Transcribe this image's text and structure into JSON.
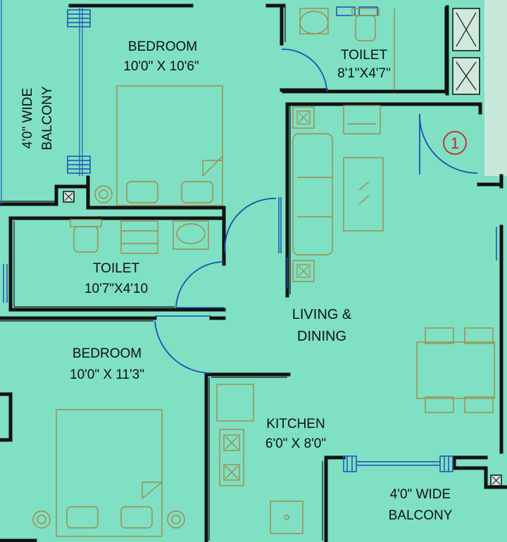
{
  "plan": {
    "background_color": "#7fe0c3",
    "wall_color": "#111111",
    "furniture_color": "#a08a4a",
    "door_arc_color": "#1f4fb5",
    "window_color": "#1f4fb5",
    "marker_color": "#c8262f"
  },
  "rooms": {
    "bedroom_top": {
      "name": "BEDROOM",
      "size": "10'0\" X 10'6\""
    },
    "toilet_top": {
      "name": "TOILET",
      "size": "8'1\"X4'7\""
    },
    "balcony_left": {
      "line1": "4'0\" WIDE",
      "line2": "BALCONY"
    },
    "toilet_mid": {
      "name": "TOILET",
      "size": "10'7\"X4'10"
    },
    "living": {
      "line1": "LIVING &",
      "line2": "DINING"
    },
    "bedroom_bottom": {
      "name": "BEDROOM",
      "size": "10'0\" X 11'3\""
    },
    "kitchen": {
      "name": "KITCHEN",
      "size": "6'0\" X 8'0\""
    },
    "balcony_bottom": {
      "line1": "4'0\" WIDE",
      "line2": "BALCONY"
    }
  },
  "marker": {
    "label": "1"
  },
  "icons": [
    "bed-icon",
    "sofa-icon",
    "dining-table-icon",
    "washbasin-icon",
    "wc-icon",
    "stove-icon",
    "sink-icon",
    "door-swing-icon",
    "window-icon"
  ]
}
